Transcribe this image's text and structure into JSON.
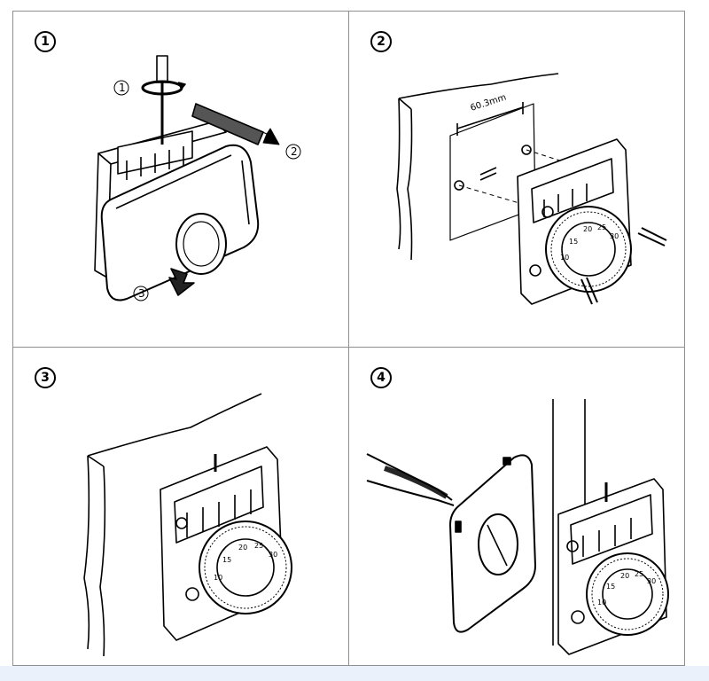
{
  "steps": [
    {
      "number": "1",
      "callouts": [
        "1",
        "2",
        "3"
      ]
    },
    {
      "number": "2",
      "dimension": "60.3mm",
      "dial_labels": [
        "10",
        "15",
        "20",
        "25",
        "30"
      ]
    },
    {
      "number": "3",
      "dial_labels": [
        "10",
        "15",
        "20",
        "25",
        "30"
      ]
    },
    {
      "number": "4",
      "dial_labels": [
        "10",
        "15",
        "20",
        "25",
        "30"
      ]
    }
  ],
  "colors": {
    "ink": "#000000",
    "panel_border": "#8f8f8f",
    "strip": "#eaf1fb"
  },
  "icons": [
    "screwdriver-icon",
    "rotate-arrow-icon",
    "slide-arrow-icon",
    "down-arrow-icon",
    "pliers-icon",
    "screw-icon"
  ]
}
